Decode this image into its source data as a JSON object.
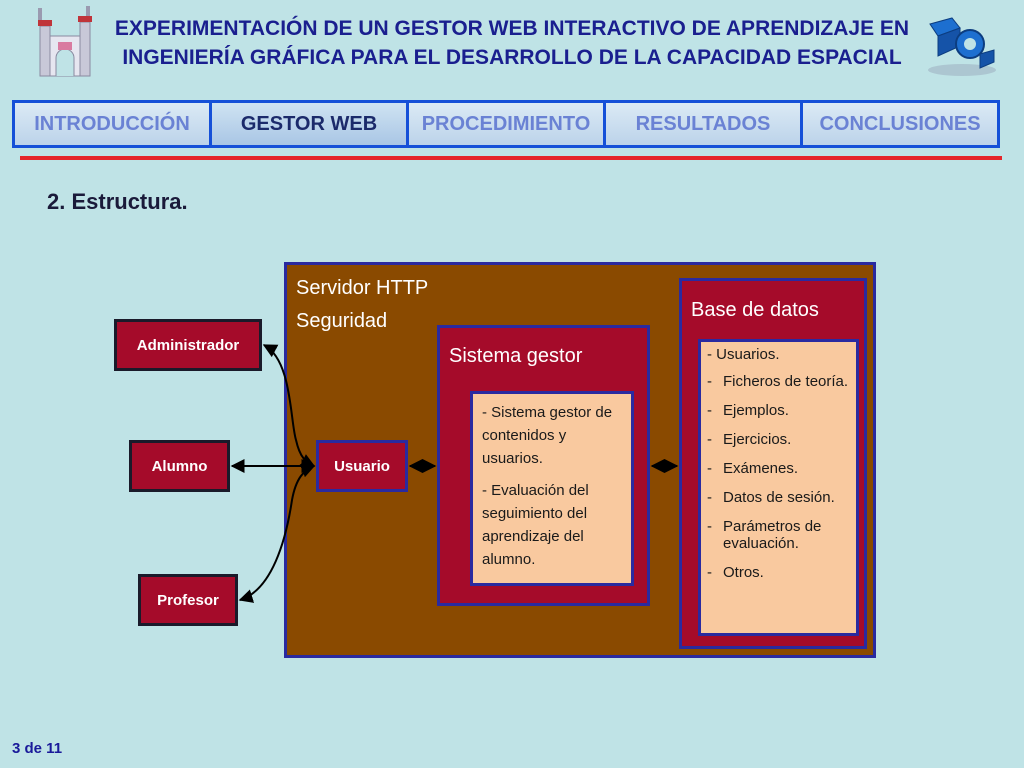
{
  "header": {
    "title_line1": "EXPERIMENTACIÓN DE UN GESTOR WEB INTERACTIVO DE APRENDIZAJE EN",
    "title_line2": "INGENIERÍA GRÁFICA PARA EL DESARROLLO DE LA CAPACIDAD ESPACIAL"
  },
  "nav": {
    "tabs": [
      {
        "label": "INTRODUCCIÓN"
      },
      {
        "label": "GESTOR WEB"
      },
      {
        "label": "PROCEDIMIENTO"
      },
      {
        "label": "RESULTADOS"
      },
      {
        "label": "CONCLUSIONES"
      }
    ]
  },
  "section_title": "2. Estructura.",
  "diagram": {
    "actors": {
      "admin": "Administrador",
      "alumno": "Alumno",
      "profesor": "Profesor"
    },
    "server": {
      "line1": "Servidor HTTP",
      "line2": "Seguridad"
    },
    "usuario": "Usuario",
    "sistema_gestor": {
      "title": "Sistema gestor",
      "item1": "- Sistema gestor de contenidos y usuarios.",
      "item2": "- Evaluación del seguimiento del aprendizaje del alumno."
    },
    "base_datos": {
      "title": "Base de datos",
      "item0": "- Usuarios.",
      "items": [
        "Ficheros de teoría.",
        "Ejemplos.",
        "Ejercicios.",
        "Exámenes.",
        "Datos de sesión.",
        "Parámetros de evaluación.",
        "Otros."
      ]
    }
  },
  "footer": {
    "page": "3 de 11"
  },
  "colors": {
    "nav_border": "#1550d8",
    "red_line": "#e5262a",
    "box_red": "#a50b2a",
    "server_brown": "#8a4a00",
    "inner_peach": "#f9c99f"
  }
}
